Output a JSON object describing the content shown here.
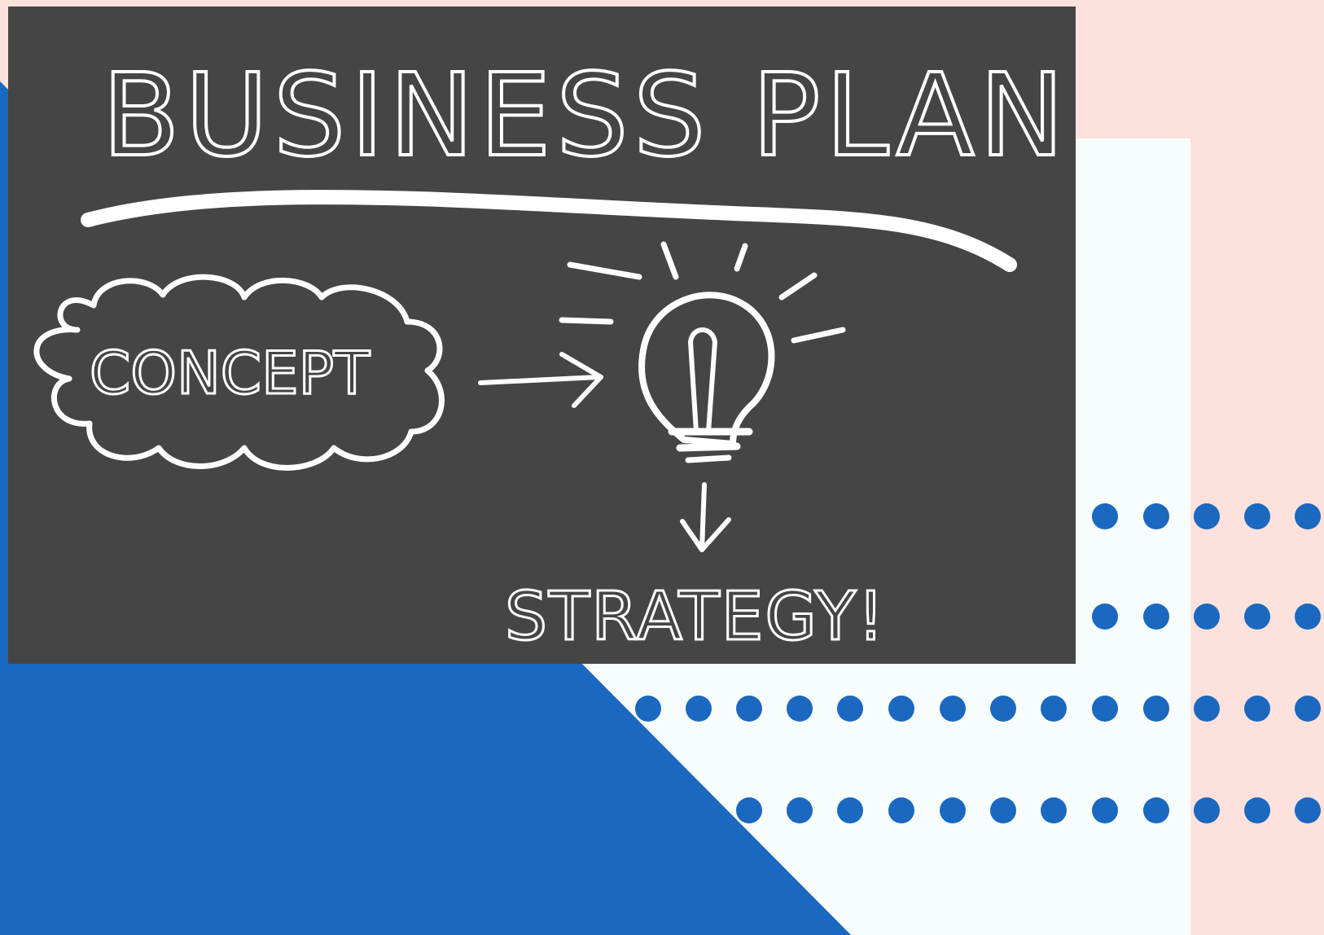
{
  "board": {
    "title": "BUSINESS PLAN",
    "cloud_label": "CONCEPT",
    "bottom_label": "STRATEGY!"
  },
  "colors": {
    "background_pink": "#fde1dc",
    "panel_white": "#f7fdfd",
    "accent_blue": "#1a68bf",
    "chalkboard": "#454545",
    "chalk": "#ffffff"
  },
  "icons": {
    "cloud": "thought-cloud-icon",
    "arrow_right": "arrow-right-icon",
    "bulb": "lightbulb-icon",
    "arrow_down": "arrow-down-icon"
  }
}
